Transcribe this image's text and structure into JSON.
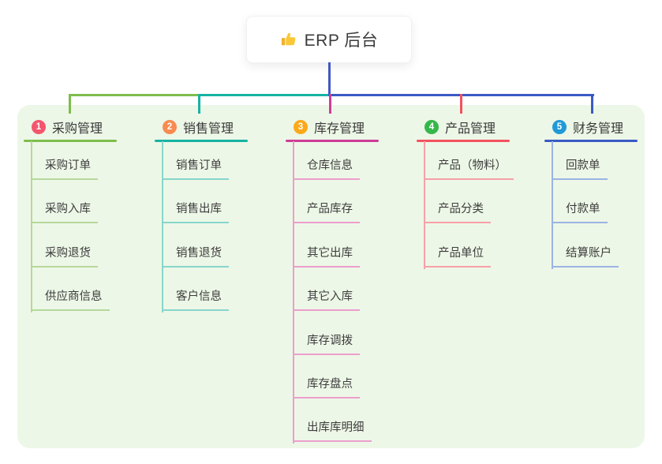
{
  "root": {
    "label": "ERP 后台",
    "icon": "thumbs-up-icon"
  },
  "canvas": {
    "background": "#ffffff",
    "panel_background": "#edf7e7",
    "trunk_color": "#4257c5"
  },
  "branches": [
    {
      "number": "1",
      "label": "采购管理",
      "badge_color": "#f4566d",
      "line_color": "#7fbd4d",
      "child_line_color": "#b5d89b",
      "children": [
        "采购订单",
        "采购入库",
        "采购退货",
        "供应商信息"
      ]
    },
    {
      "number": "2",
      "label": "销售管理",
      "badge_color": "#f88b50",
      "line_color": "#17b3a3",
      "child_line_color": "#86d6cb",
      "children": [
        "销售订单",
        "销售出库",
        "销售退货",
        "客户信息"
      ]
    },
    {
      "number": "3",
      "label": "库存管理",
      "badge_color": "#fba919",
      "line_color": "#cd3d97",
      "child_line_color": "#ec9ecd",
      "children": [
        "仓库信息",
        "产品库存",
        "其它出库",
        "其它入库",
        "库存调拨",
        "库存盘点",
        "出库库明细"
      ]
    },
    {
      "number": "4",
      "label": "产品管理",
      "badge_color": "#35b74a",
      "line_color": "#f2525f",
      "child_line_color": "#f6a0a8",
      "children": [
        "产品（物料）",
        "产品分类",
        "产品单位"
      ]
    },
    {
      "number": "5",
      "label": "财务管理",
      "badge_color": "#1f9ad7",
      "line_color": "#3a5ac5",
      "child_line_color": "#9cb3e2",
      "children": [
        "回款单",
        "付款单",
        "结算账户"
      ]
    }
  ]
}
